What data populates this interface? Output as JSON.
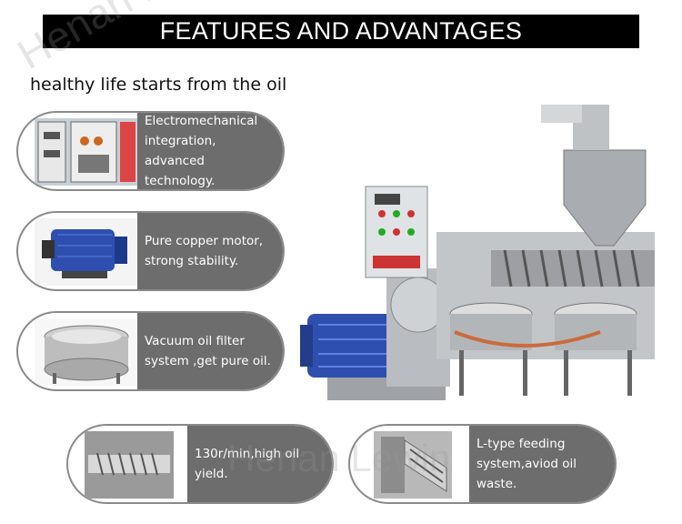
{
  "header": {
    "title": "FEATURES AND ADVANTAGES"
  },
  "subtitle": "healthy life starts from the oil",
  "features": [
    {
      "text": "Electromechanical\nintegration, advanced\ntechnology."
    },
    {
      "text": "Pure copper motor,\nstrong stability."
    },
    {
      "text": "Vacuum oil filter\nsystem ,get pure oil."
    },
    {
      "text": "130r/min,high oil\nyield."
    },
    {
      "text": "L-type feeding\nsystem,aviod oil\nwaste."
    }
  ],
  "watermark": {
    "line1": "Henan Lewin",
    "line2": "Henan Lewin"
  },
  "colors": {
    "banner": "#000000",
    "card_text_bg": "#6d6d6d",
    "motor_blue": "#2e4fb0"
  }
}
